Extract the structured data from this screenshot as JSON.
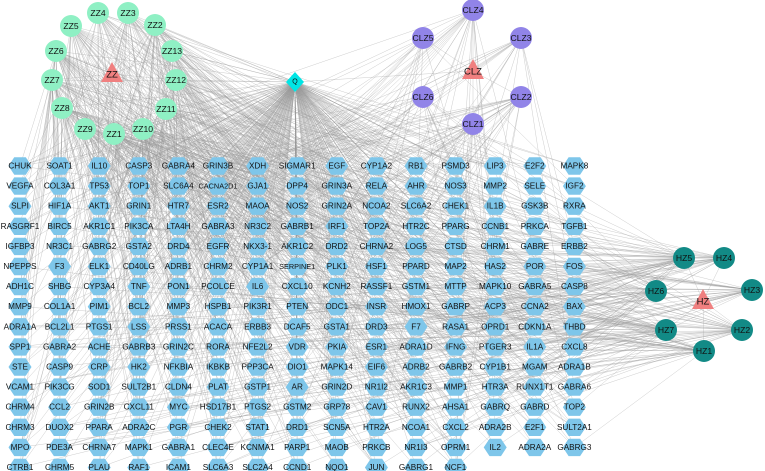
{
  "colors": {
    "herb_zz": "#8ff0c4",
    "herb_clz": "#9184e8",
    "herb_hz": "#128a86",
    "herb_center": "#f08080",
    "target": "#7ec6ea",
    "compound": "#00e5e5",
    "edge": "#9a9a9a"
  },
  "nodes": {
    "compound_q": {
      "label": "Q",
      "shape": "diamond"
    },
    "zz": {
      "center": "ZZ",
      "ingredients": [
        "ZZ1",
        "ZZ2",
        "ZZ3",
        "ZZ4",
        "ZZ5",
        "ZZ6",
        "ZZ7",
        "ZZ8",
        "ZZ9",
        "ZZ10",
        "ZZ11",
        "ZZ12",
        "ZZ13"
      ]
    },
    "clz": {
      "center": "CLZ",
      "ingredients": [
        "CLZ1",
        "CLZ2",
        "CLZ3",
        "CLZ4",
        "CLZ5",
        "CLZ6"
      ]
    },
    "hz": {
      "center": "HZ",
      "ingredients": [
        "HZ1",
        "HZ2",
        "HZ3",
        "HZ4",
        "HZ5",
        "HZ6",
        "HZ7"
      ]
    },
    "targets": [
      [
        "CHUK",
        "SOAT1",
        "IL10",
        "CASP3",
        "GABRA4",
        "GRIN3B",
        "XDH",
        "SIGMAR1",
        "EGF",
        "CYP1A2",
        "RB1",
        "PSMD3",
        "LIP3",
        "E2F2",
        "MAPK8"
      ],
      [
        "VEGFA",
        "COL3A1",
        "TP53",
        "TOP1",
        "SLC6A4",
        "CACNA2D1",
        "GJA1",
        "DPP4",
        "GRIN3A",
        "RELA",
        "AHR",
        "NOS3",
        "MMP2",
        "SELE",
        "IGF2"
      ],
      [
        "SLPI",
        "HIF1A",
        "AKT1",
        "GRIN1",
        "HTR7",
        "ESR2",
        "MAOA",
        "NOS2",
        "GRIN2A",
        "NCOA2",
        "SLC6A2",
        "CHEK1",
        "IL1B",
        "GSK3B",
        "RXRA"
      ],
      [
        "RASGRF1",
        "BIRC5",
        "AKR1C1",
        "PIK3CA",
        "LTA4H",
        "GABRA3",
        "NR3C2",
        "GABRB1",
        "IRF1",
        "TOP2A",
        "HTR2C",
        "PPARG",
        "CCNB1",
        "PRKCA",
        "TGFB1"
      ],
      [
        "IGFBP3",
        "NR3C1",
        "GABRG2",
        "GSTA2",
        "DRD4",
        "EGFR",
        "NKX3-1",
        "AKR1C2",
        "DRD2",
        "CHRNA2",
        "LOG5",
        "CTSD",
        "CHRM1",
        "GABRE",
        "ERBB2"
      ],
      [
        "NPEPPS",
        "F3",
        "ELK1",
        "CD40LG",
        "ADRB1",
        "CHRM2",
        "CYP1A1",
        "SERPINE1",
        "PLK1",
        "HSF1",
        "PPARD",
        "MAP2",
        "HAS2",
        "POR",
        "FOS"
      ],
      [
        "ADH1C",
        "SHBG",
        "CYP3A4",
        "TNF",
        "PON1",
        "PCOLCE",
        "IL6",
        "CXCL10",
        "KCNH2",
        "RASSF1",
        "GSTM1",
        "MTTP",
        "MAPK10",
        "GABRA5",
        "CASP8"
      ],
      [
        "MMP9",
        "COL1A1",
        "PIM1",
        "BCL2",
        "MMP3",
        "HSPB1",
        "PIK3R1",
        "PTEN",
        "ODC1",
        "INSR",
        "HMOX1",
        "GABRP",
        "ACP3",
        "CCNA2",
        "BAX"
      ],
      [
        "ADRA1A",
        "BCL2L1",
        "PTGS1",
        "LSS",
        "PRSS1",
        "ACACA",
        "ERBB3",
        "DCAF5",
        "GSTA1",
        "DRD3",
        "F7",
        "RASA1",
        "OPRD1",
        "CDKN1A",
        "THBD"
      ],
      [
        "SPP1",
        "GABRA2",
        "ACHE",
        "GABRB3",
        "GRIN2C",
        "RORA",
        "NFE2L2",
        "VDR",
        "PKIA",
        "ESR1",
        "ADRA1D",
        "IFNG",
        "PTGER3",
        "IL1A",
        "CXCL8"
      ],
      [
        "STE",
        "CASP9",
        "CRP",
        "HK2",
        "NFKBIA",
        "IKBKB",
        "PPP3CA",
        "DIO1",
        "MAPK14",
        "EIF6",
        "ADRB2",
        "GABRB2",
        "CYP1B1",
        "MGAM",
        "ADRA1B"
      ],
      [
        "VCAM1",
        "PIK3CG",
        "SOD1",
        "SULT2B1",
        "CLDN4",
        "PLAT",
        "GSTP1",
        "AR",
        "GRIN2D",
        "NR1I2",
        "AKR1C3",
        "MMP1",
        "HTR3A",
        "RUNX1T1",
        "GABRA6"
      ],
      [
        "CHRM4",
        "CCL2",
        "GRIN2B",
        "CXCL11",
        "MYC",
        "HSD17B1",
        "PTGS2",
        "GSTM2",
        "GRP78",
        "CAV1",
        "RUNX2",
        "AHSA1",
        "GABRQ",
        "GABRD",
        "TOP2"
      ],
      [
        "CHRM3",
        "DUOX2",
        "PPARA",
        "ADRA2C",
        "PGR",
        "CHEK2",
        "STAT1",
        "DRD1",
        "SCN5A",
        "HTR2A",
        "NCOA1",
        "CXCL2",
        "ADRA2B",
        "E2F1",
        "SULT2A1"
      ],
      [
        "MPO",
        "PDE3A",
        "CHRNA7",
        "MAPK1",
        "GABRA1",
        "CLEC4E",
        "KCNMA1",
        "PARP1",
        "MAOB",
        "PRKCB",
        "NR1I3",
        "OPRM1",
        "IL2",
        "ADRA2A",
        "GABRG3"
      ],
      [
        "CTRB1",
        "CHRM5",
        "PLAU",
        "RAF1",
        "ICAM1",
        "SLC6A3",
        "SLC2A4",
        "CCND1",
        "NQO1",
        "JUN",
        "GABRG1",
        "NCF1"
      ]
    ]
  }
}
